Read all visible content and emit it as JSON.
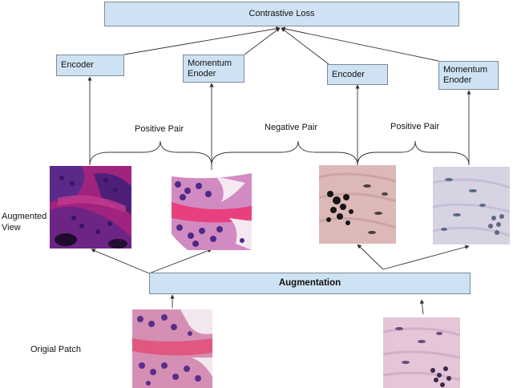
{
  "boxes": {
    "loss": "Contrastive Loss",
    "encoder_1": "Encoder",
    "momentum_1_line1": "Momentum",
    "momentum_1_line2": "Enoder",
    "encoder_2": "Encoder",
    "momentum_2_line1": "Momentum",
    "momentum_2_line2": "Enoder",
    "augmentation": "Augmentation"
  },
  "labels": {
    "positive_pair_1": "Positive Pair",
    "negative_pair": "Negative Pair",
    "positive_pair_2": "Positive Pair",
    "augmented_view_line1": "Augmented",
    "augmented_view_line2": "View",
    "original_patch": "Origial Patch"
  },
  "colors": {
    "box_fill": "#cfe2f3",
    "box_border": "#7d8a96",
    "line": "#333333"
  }
}
